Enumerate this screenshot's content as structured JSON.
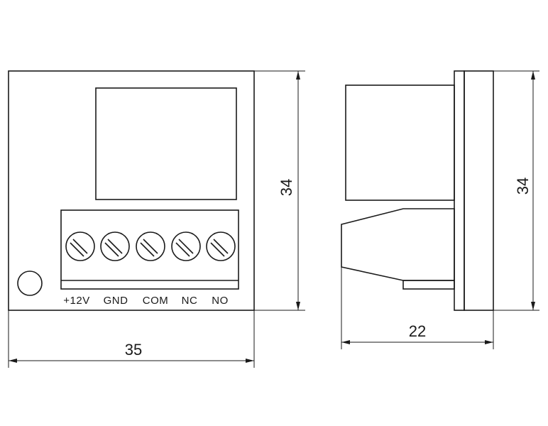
{
  "front_view": {
    "terminals": [
      "+12V",
      "GND",
      "COM",
      "NC",
      "NO"
    ],
    "width_dimension": "35",
    "height_dimension": "34"
  },
  "side_view": {
    "depth_dimension": "22",
    "height_dimension": "34"
  }
}
